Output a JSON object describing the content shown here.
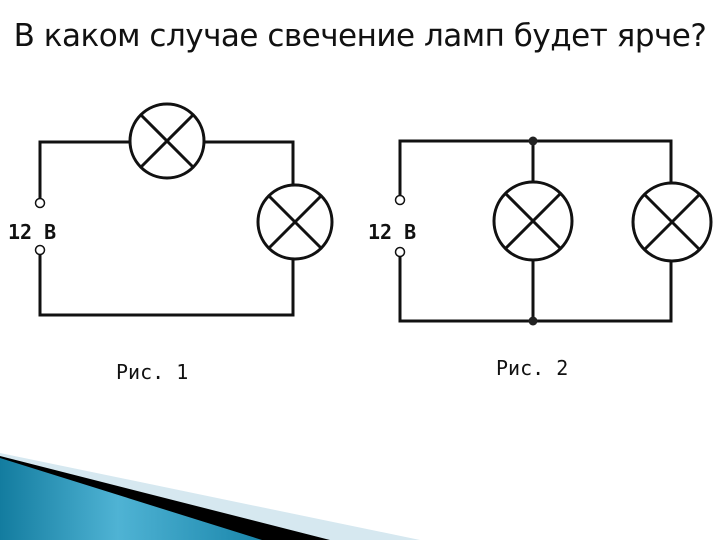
{
  "slide": {
    "title": "В каком случае свечение ламп будет ярче?"
  },
  "figures": [
    {
      "id": "fig1",
      "caption": "Рис. 1",
      "connection": "series",
      "source_label": "12 В",
      "lamps": 2
    },
    {
      "id": "fig2",
      "caption": "Рис. 2",
      "connection": "parallel",
      "source_label": "12 В",
      "lamps": 2,
      "junctions": 2
    }
  ],
  "icons": {
    "lamp": "circle-with-cross",
    "terminal": "open-circle",
    "junction": "filled-dot"
  },
  "colors": {
    "wire": "#111111",
    "decor_teal": "#1f8fb3",
    "decor_teal_light": "#4fb3d4",
    "decor_black": "#000000",
    "decor_pale": "#d6e8f0"
  }
}
